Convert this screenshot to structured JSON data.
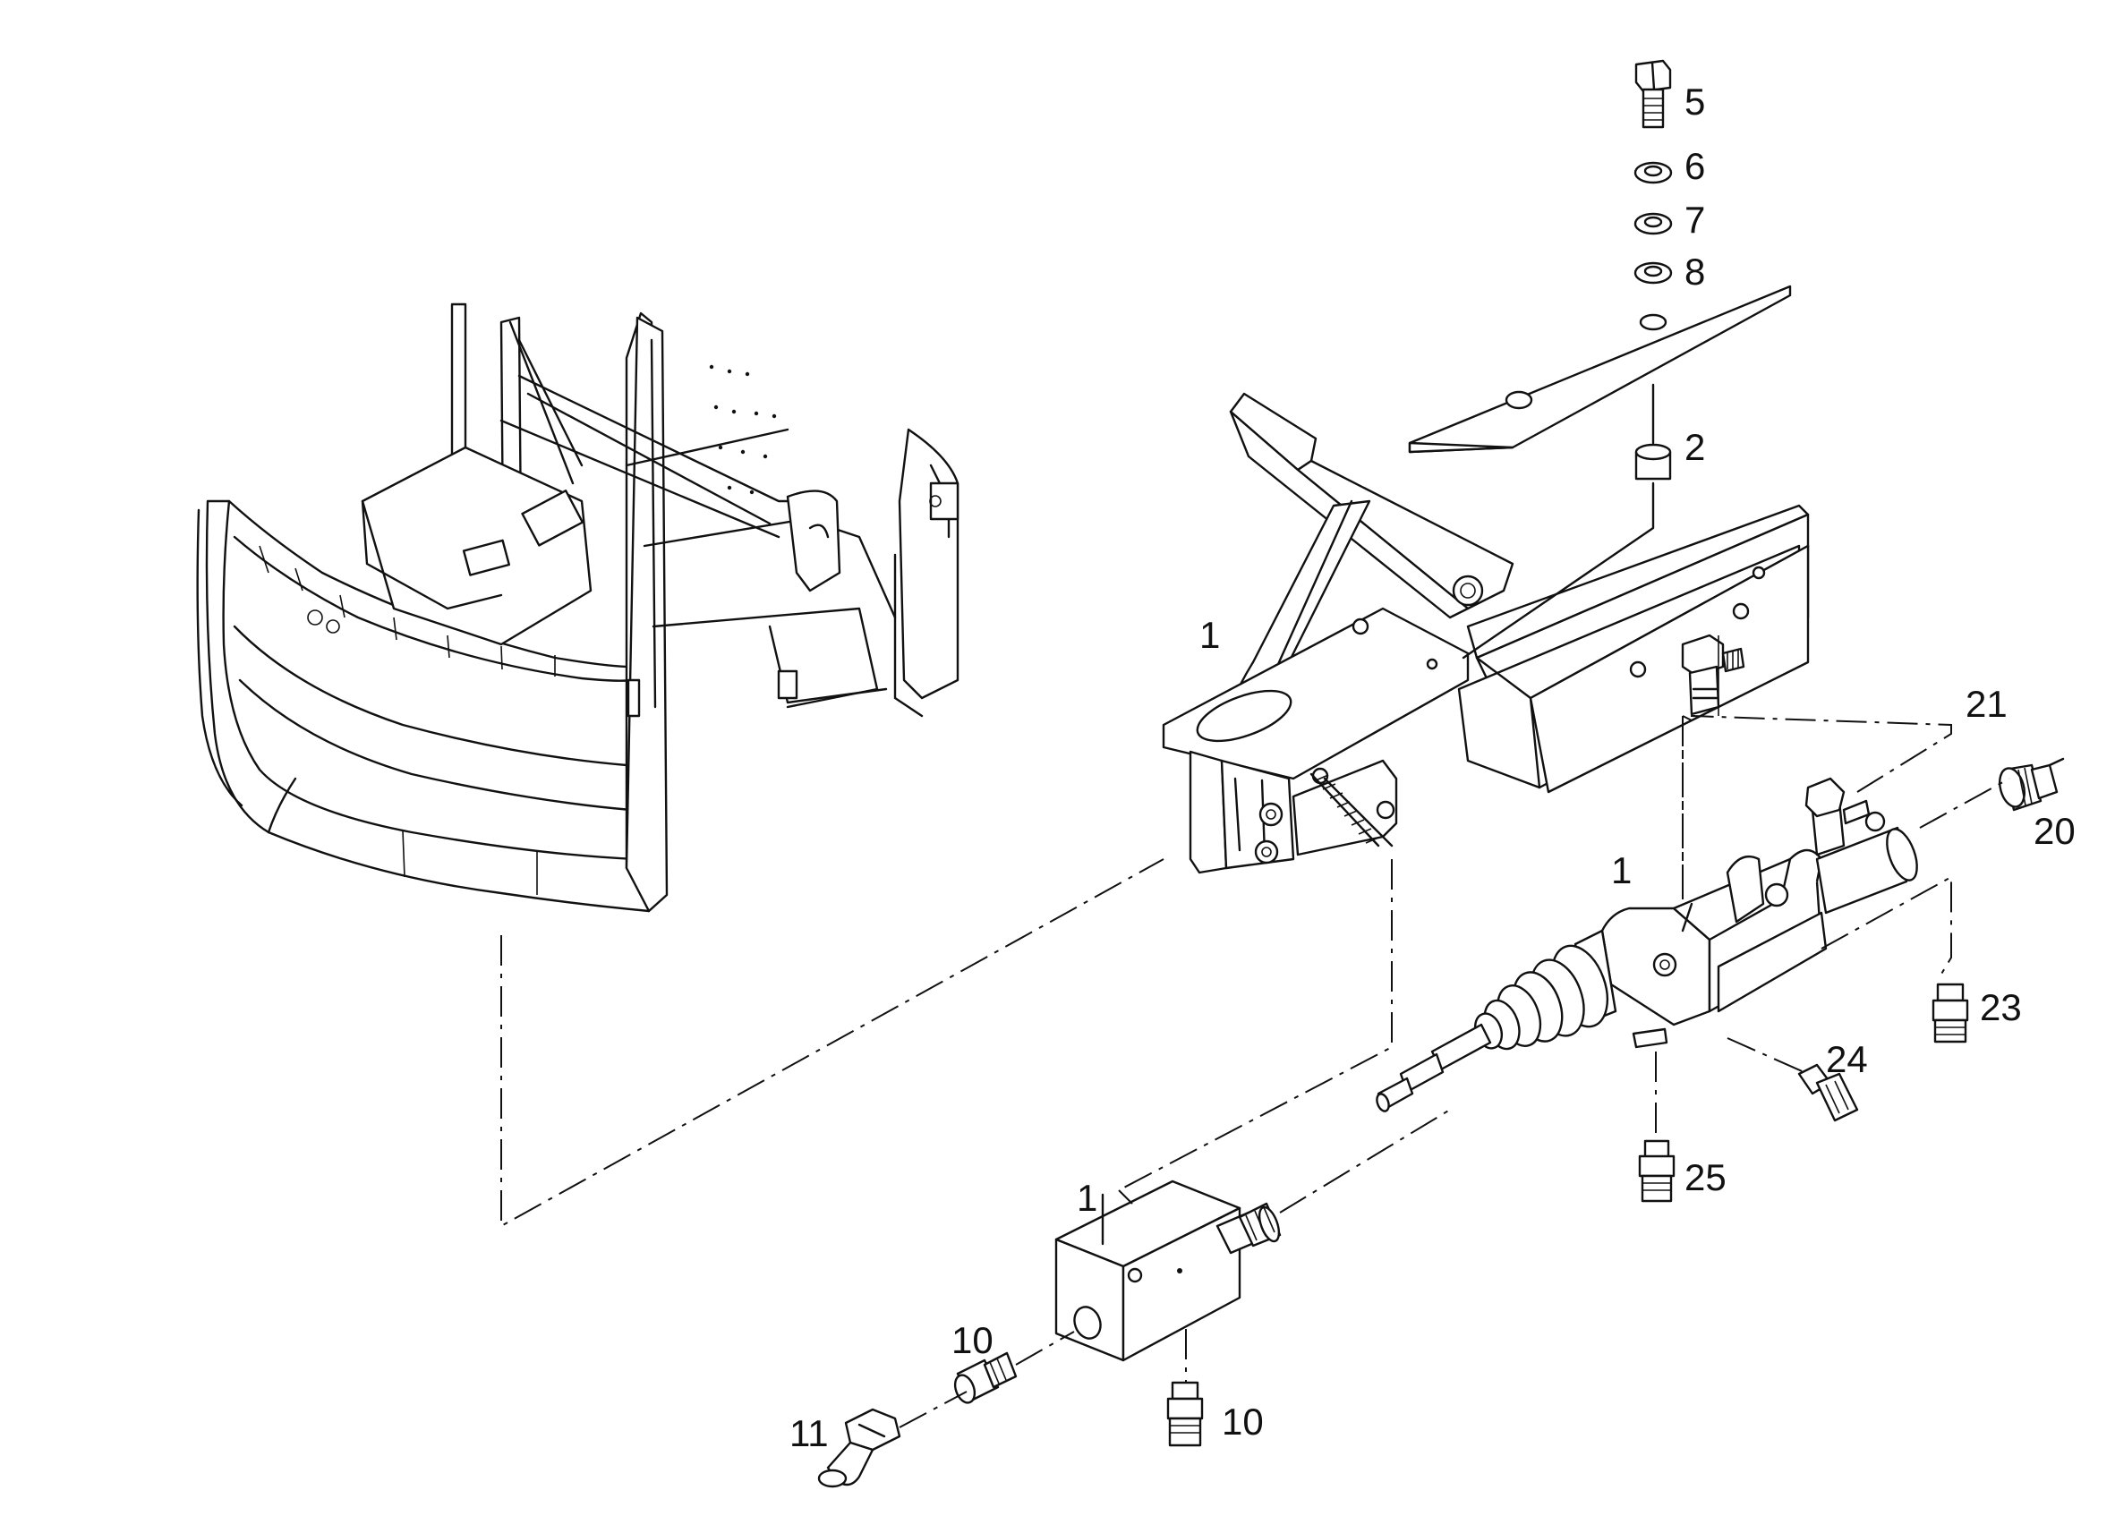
{
  "labels": {
    "p1_pedal": "1",
    "p1_cylinder": "1",
    "p1_valve": "1",
    "p2": "2",
    "p5": "5",
    "p6": "6",
    "p7": "7",
    "p8": "8",
    "p10_left": "10",
    "p10_bottom": "10",
    "p11": "11",
    "p20": "20",
    "p21": "21",
    "p23": "23",
    "p24": "24",
    "p25": "25"
  }
}
